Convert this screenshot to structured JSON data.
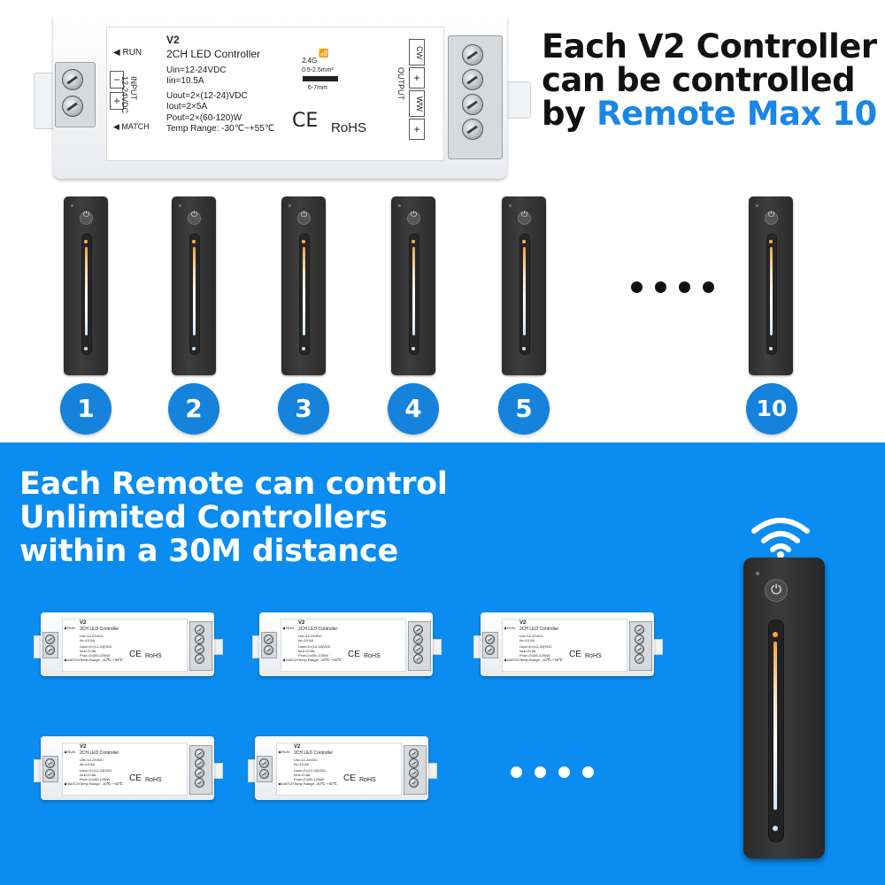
{
  "hero": {
    "line1": "Each V2 Controller",
    "line2": "can be controlled",
    "line3_prefix": "by ",
    "line3_highlight": "Remote Max 10"
  },
  "controller": {
    "model": "V2",
    "name": "2CH LED Controller",
    "uin": "Uin=12-24VDC",
    "iin": "Iin=10.5A",
    "uout": "Uout=2×(12-24)VDC",
    "iout": "Iout=2×5A",
    "pout": "Pout=2×(60-120)W",
    "temp": "Temp Range: -30℃~+55℃",
    "freq": "2.4G",
    "wire1": "0.5-2.5mm²",
    "wire2": "6-7mm",
    "ce": "CE",
    "rohs": "RoHS",
    "run": "RUN",
    "match": "MATCH",
    "input_label": "INPUT",
    "input_voltage": "12-24VDC",
    "output_label": "OUTPUT",
    "minus": "−",
    "plus": "+",
    "cw": "CW",
    "ww": "WW"
  },
  "remotes": {
    "numbers": [
      "1",
      "2",
      "3",
      "4",
      "5",
      "10"
    ]
  },
  "bottom": {
    "line1": "Each Remote can control",
    "line2": "Unlimited Controllers",
    "line3": "within a 30M distance"
  },
  "colors": {
    "accent_blue": "#1a86e6",
    "panel_blue": "#0a8cf0",
    "badge_blue": "#1582dc"
  }
}
